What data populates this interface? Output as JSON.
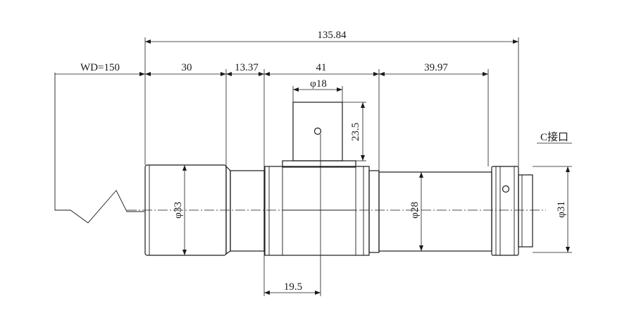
{
  "drawing": {
    "dimensions": {
      "total_length": "135.84",
      "working_distance": "WD=150",
      "front_length": "30",
      "section_2": "13.37",
      "section_3": "41",
      "rear_length": "39.97",
      "knob_width": "φ18",
      "knob_height": "23.5",
      "front_diameter": "φ33",
      "body_diameter": "φ28",
      "mount_diameter": "φ31",
      "knob_offset": "19.5"
    },
    "mount_label": "C接口"
  }
}
